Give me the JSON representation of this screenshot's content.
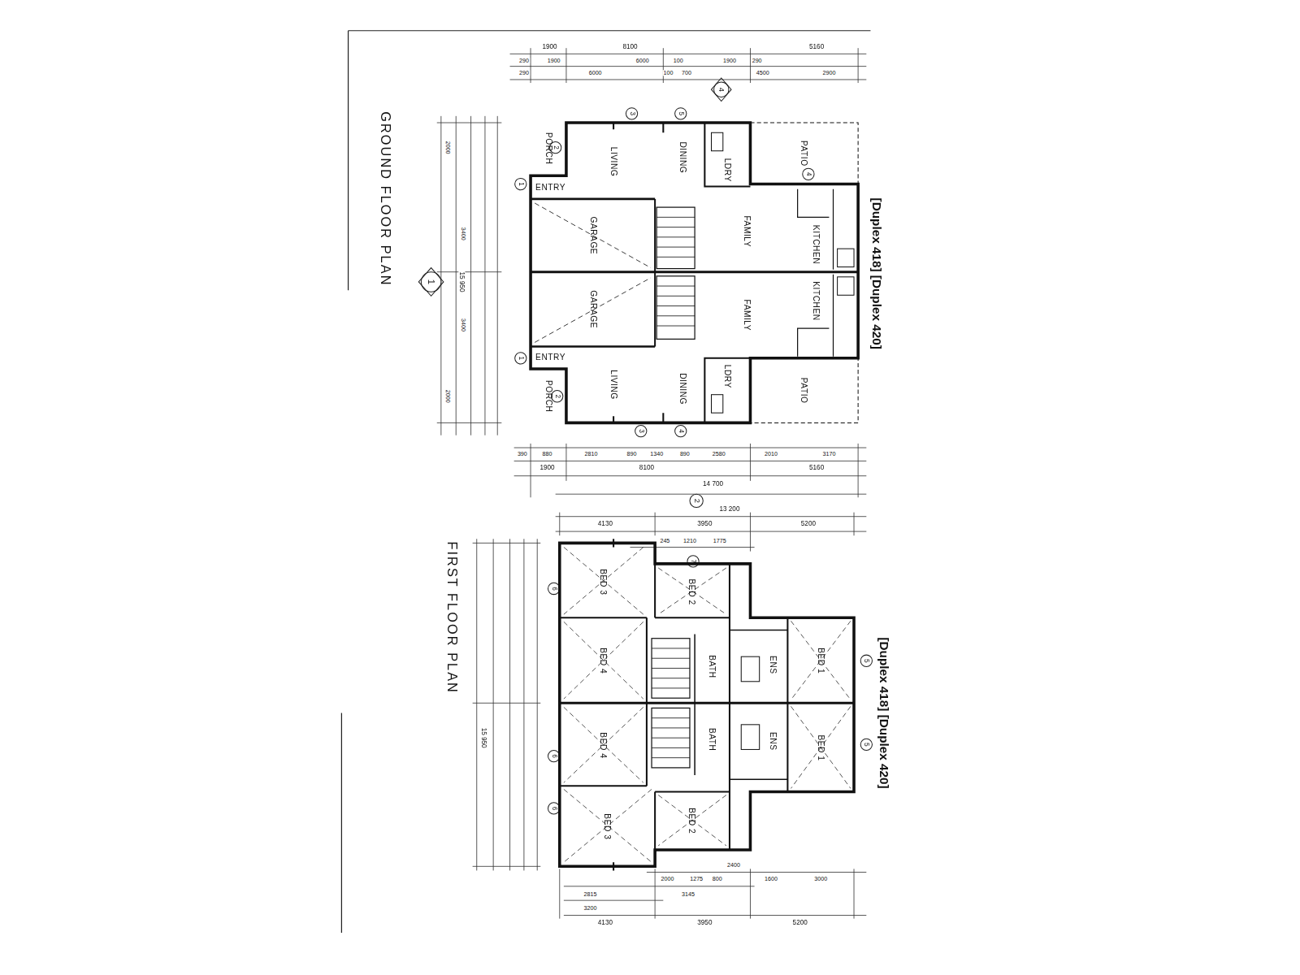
{
  "diagram": {
    "nodes": [
      {
        "text": [
          "PORCH"
        ]
      },
      {
        "text": [
          "ENTRY"
        ]
      },
      {
        "text": [
          "LIVING"
        ]
      },
      {
        "text": [
          "DINING"
        ]
      },
      {
        "text": [
          "LDRY"
        ]
      },
      {
        "text": [
          "PATIO"
        ]
      },
      {
        "text": [
          "GARAGE"
        ]
      },
      {
        "text": [
          "FAMILY"
        ]
      },
      {
        "text": [
          "KITCHEN"
        ]
      },
      {
        "text": [
          "KITCHEN"
        ]
      },
      {
        "text": [
          "FAMILY"
        ]
      },
      {
        "text": [
          "GARAGE"
        ]
      },
      {
        "text": [
          "ENTRY"
        ]
      },
      {
        "text": [
          "PORCH"
        ]
      },
      {
        "text": [
          "LIVING"
        ]
      },
      {
        "text": [
          "DINING"
        ]
      },
      {
        "text": [
          "LDRY"
        ]
      },
      {
        "text": [
          "PATIO"
        ]
      },
      {
        "text": [
          "BED 3"
        ]
      },
      {
        "text": [
          "BED 2"
        ]
      },
      {
        "text": [
          "BED 1"
        ]
      },
      {
        "text": [
          "BED 4"
        ]
      },
      {
        "text": [
          "BATH"
        ]
      },
      {
        "text": [
          "ENS"
        ]
      },
      {
        "text": [
          "BATH"
        ]
      },
      {
        "text": [
          "ENS"
        ]
      },
      {
        "text": [
          "BED 4"
        ]
      },
      {
        "text": [
          "BED 1"
        ]
      },
      {
        "text": [
          "BED 2"
        ]
      },
      {
        "text": [
          "BED 3"
        ]
      }
    ],
    "labels": [
      "GROUND FLOOR PLAN",
      "FIRST FLOOR PLAN",
      "[Duplex 418] [Duplex 420]",
      "[Duplex 418] [Duplex 420]",
      "1900",
      "8100",
      "5160",
      "290",
      "1900",
      "6000",
      "100",
      "1900",
      "290",
      "290",
      "6000",
      "100",
      "700",
      "4500",
      "2900",
      "390",
      "880",
      "2810",
      "890",
      "1340",
      "890",
      "2580",
      "2010",
      "3170",
      "1900",
      "8100",
      "5160",
      "14 700",
      "13 200",
      "4130",
      "3950",
      "5200",
      "245",
      "1210",
      "1775",
      "2400",
      "2000",
      "1275",
      "800",
      "1600",
      "3000",
      "2815",
      "3145",
      "3200",
      "4130",
      "3950",
      "5200",
      "15 950",
      "15 950",
      "2000",
      "2000",
      "3400",
      "3400",
      "1",
      "1",
      "1",
      "2",
      "2",
      "3",
      "5",
      "3",
      "4",
      "4",
      "4",
      "2",
      "6",
      "6",
      "6",
      "7",
      "5",
      "5"
    ]
  }
}
